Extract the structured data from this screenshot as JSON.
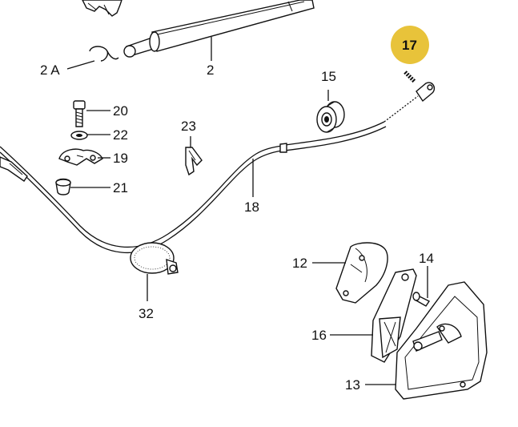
{
  "diagram": {
    "highlight_color": "#E8C33A",
    "labels": {
      "l2a": "2 A",
      "l2": "2",
      "l17": "17",
      "l15": "15",
      "l20": "20",
      "l22": "22",
      "l19": "19",
      "l21": "21",
      "l23": "23",
      "l18": "18",
      "l12": "12",
      "l14": "14",
      "l32": "32",
      "l16": "16",
      "l13": "13"
    },
    "highlighted_part": "17"
  }
}
